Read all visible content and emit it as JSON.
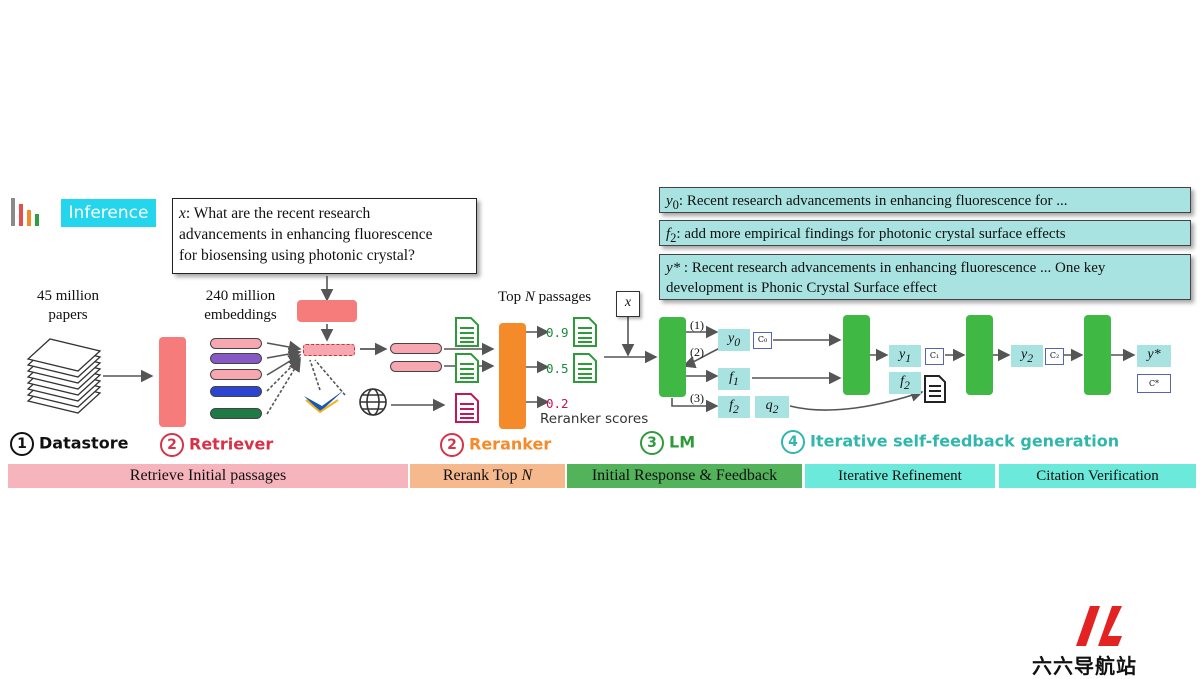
{
  "header": {
    "badge": "Inference"
  },
  "question": {
    "var": "x",
    "line1": ": What are the recent research",
    "line2": "advancements in enhancing fluorescence",
    "line3": "for biosensing using photonic crystal?"
  },
  "datastore": {
    "count": "45 million",
    "unit": "papers",
    "step_num": "1",
    "label": "Datastore"
  },
  "retriever": {
    "count": "240 million",
    "unit": "embeddings",
    "step_num": "2",
    "label": "Retriever"
  },
  "reranker": {
    "top_pre": "Top ",
    "top_n": "N",
    "top_post": " passages",
    "scores": [
      "0.9",
      "0.5",
      "0.2"
    ],
    "scores_label": "Reranker scores",
    "step_num": "2",
    "label": "Reranker"
  },
  "lm": {
    "step_num": "3",
    "label": "LM",
    "x_input": "x",
    "path1": "(1)",
    "path2": "(2)",
    "path3": "(3)"
  },
  "iter": {
    "step_num": "4",
    "label": "Iterative self-feedback generation"
  },
  "nodes": {
    "y0": "y",
    "y0_sub": "0",
    "c0": "C₀",
    "f1": "f",
    "f1_sub": "1",
    "f2": "f",
    "f2_sub": "2",
    "q2": "q",
    "q2_sub": "2",
    "y1": "y",
    "y1_sub": "1",
    "c1": "C₁",
    "f2b": "f",
    "f2b_sub": "2",
    "y2": "y",
    "y2_sub": "2",
    "c2": "C₂",
    "ystar": "y*",
    "cstar": "C*"
  },
  "outputs": {
    "y0_var": "y",
    "y0_sub": "0",
    "y0_text": ": Recent research advancements in enhancing fluorescence for ...",
    "f2_var": "f",
    "f2_sub": "2",
    "f2_text": ": add more empirical findings for photonic crystal surface effects",
    "ystar_var": "y*",
    "ystar_line1": " : Recent research advancements in enhancing fluorescence ... One key",
    "ystar_line2": "development is Phonic Crystal Surface effect"
  },
  "stages": {
    "s1": "Retrieve Initial passages",
    "s2_pre": "Rerank Top ",
    "s2_n": "N",
    "s3": "Initial Response & Feedback",
    "s4": "Iterative Refinement",
    "s5": "Citation Verification"
  },
  "watermark": {
    "text": "六六导航站"
  },
  "colors": {
    "retriever": "#f67c7c",
    "reranker": "#f58a2a",
    "lm": "#3fb944",
    "cyan": "#a8e3e2",
    "stage1": "#f6b4bd",
    "stage2": "#f6b98e",
    "stage3": "#52b35b",
    "stage45": "#6be9da"
  }
}
